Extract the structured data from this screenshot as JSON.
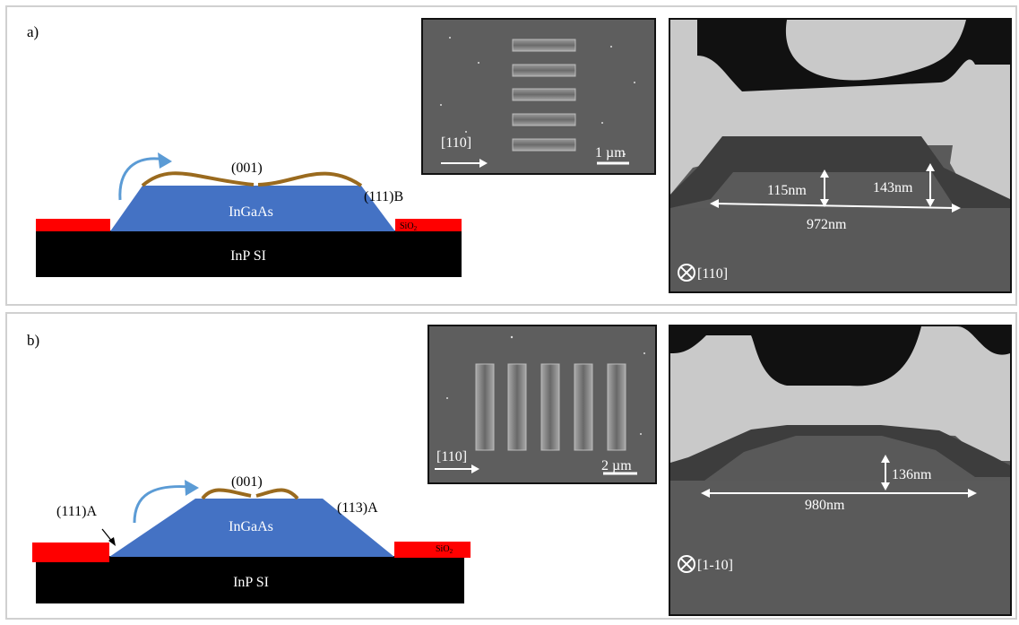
{
  "panel_a": {
    "label": "a)",
    "schematic": {
      "top_facet": "(001)",
      "side_facet": "(111)B",
      "mesa": "InGaAs",
      "mask_main": "SiO",
      "mask_sub": "2",
      "substrate": "InP SI"
    },
    "sem_top": {
      "direction": "[110]",
      "scale": "1 µm"
    },
    "sem_cross": {
      "meas_left": "115nm",
      "meas_right": "143nm",
      "width": "972nm",
      "view_axis": "[110]"
    }
  },
  "panel_b": {
    "label": "b)",
    "schematic": {
      "top_facet": "(001)",
      "left_facet": "(111)A",
      "right_facet": "(113)A",
      "mesa": "InGaAs",
      "mask_main": "SiO",
      "mask_sub": "2",
      "substrate": "InP SI"
    },
    "sem_top": {
      "direction": "[110]",
      "scale": "2 µm"
    },
    "sem_cross": {
      "meas_center": "136nm",
      "width": "980nm",
      "view_axis": "[1-10]"
    }
  },
  "colors": {
    "mesa": "#4472c4",
    "mask": "#ff0000",
    "substrate": "#000000",
    "nanowire": "#9a6a1e",
    "arrow": "#5b9bd5"
  }
}
